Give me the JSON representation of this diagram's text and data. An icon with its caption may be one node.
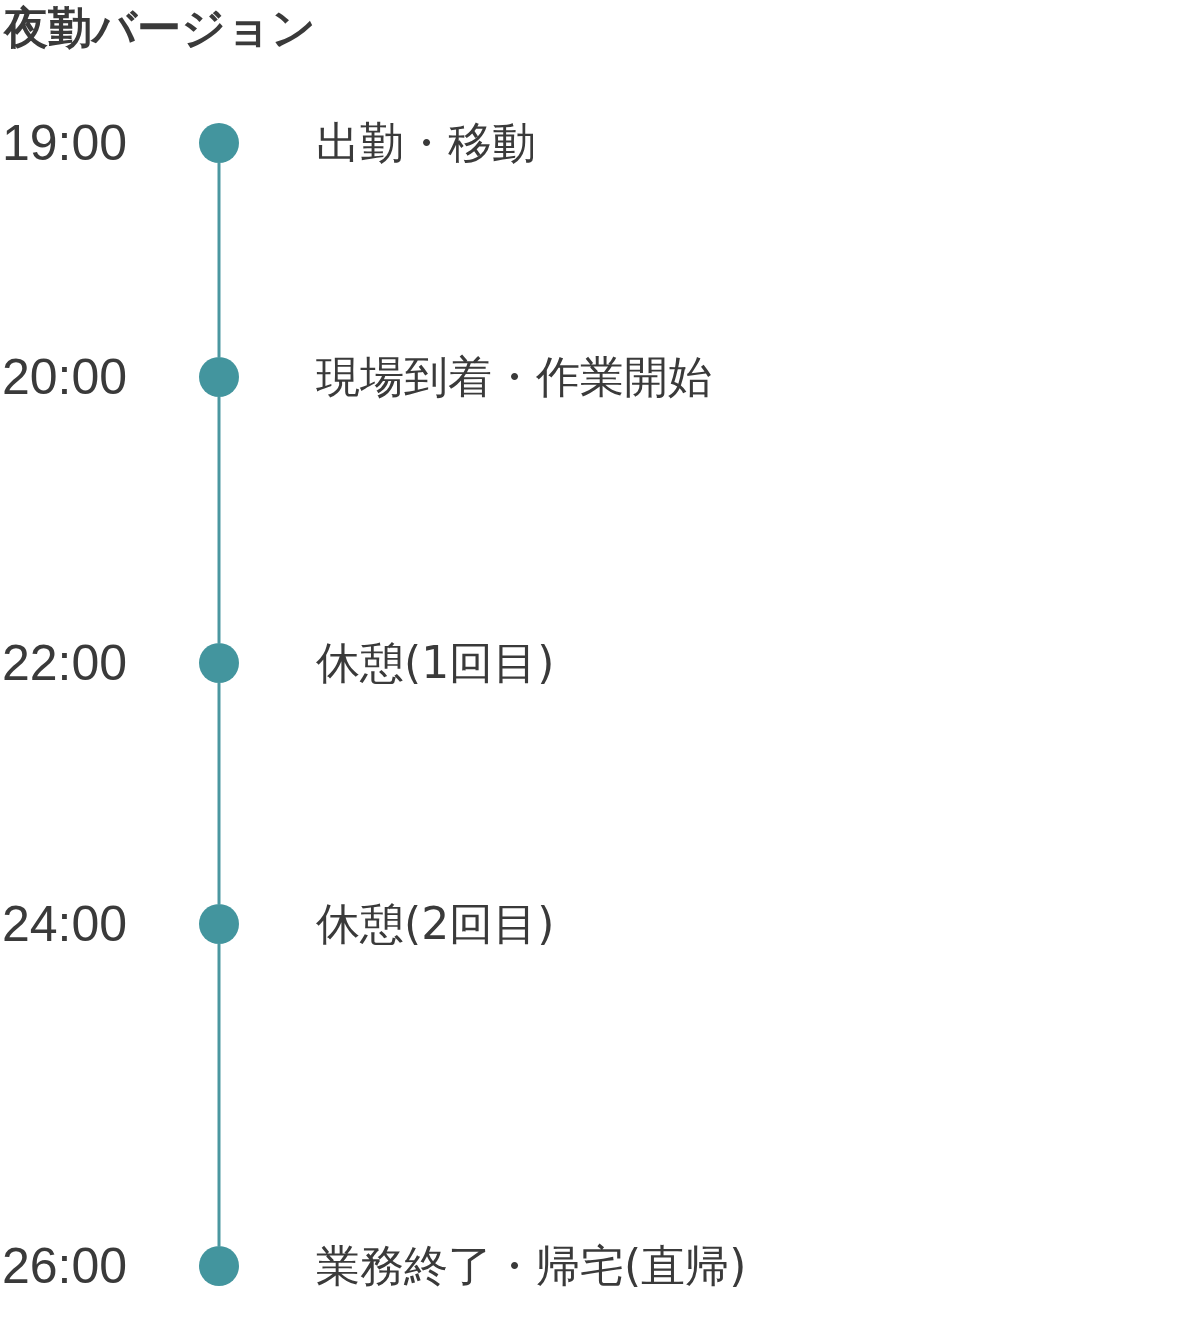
{
  "diagram": {
    "title": "夜勤バージョン",
    "nodes": [
      {
        "text": [],
        "shape": "circle",
        "beside": [
          "19:00",
          "出勤・移動"
        ]
      },
      {
        "text": [],
        "shape": "circle",
        "beside": [
          "20:00",
          "現場到着・作業開始"
        ]
      },
      {
        "text": [],
        "shape": "circle",
        "beside": [
          "22:00",
          "休憩(1回目)"
        ]
      },
      {
        "text": [],
        "shape": "circle",
        "beside": [
          "24:00",
          "休憩(2回目)"
        ]
      },
      {
        "text": [],
        "shape": "circle",
        "beside": [
          "26:00",
          "業務終了・帰宅(直帰)"
        ]
      }
    ],
    "edges": [
      {
        "from": 0,
        "to": 1,
        "arrow": "none"
      },
      {
        "from": 1,
        "to": 2,
        "arrow": "none"
      },
      {
        "from": 2,
        "to": 3,
        "arrow": "none"
      },
      {
        "from": 3,
        "to": 4,
        "arrow": "none"
      }
    ]
  }
}
